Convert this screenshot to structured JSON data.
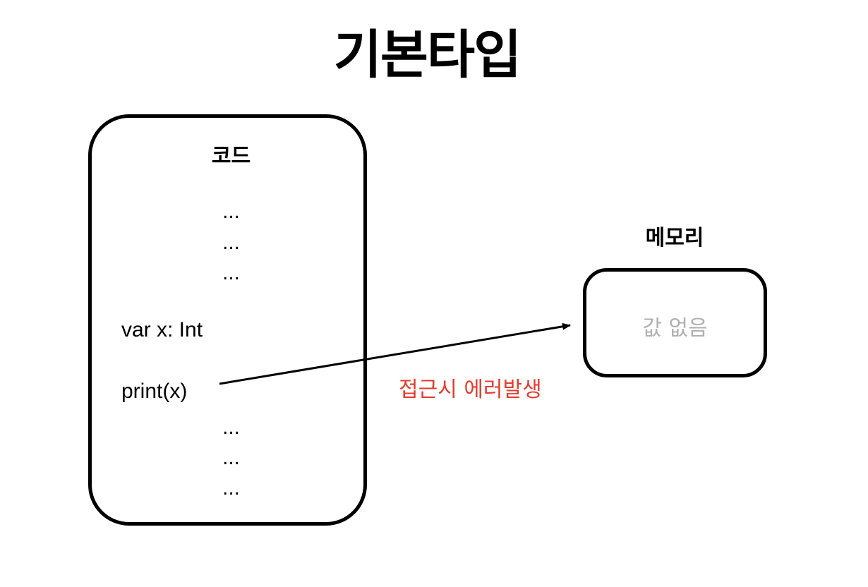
{
  "title": "기본타입",
  "code_block": {
    "label": "코드",
    "ellipsis_top": [
      "...",
      "...",
      "..."
    ],
    "declaration": "var x: Int",
    "print_call": "print(x)",
    "ellipsis_bottom": [
      "...",
      "...",
      "..."
    ]
  },
  "memory_block": {
    "label": "메모리",
    "value": "값 없음"
  },
  "arrow": {
    "label": "접근시 에러발생"
  },
  "colors": {
    "error": "#e53b2f",
    "empty_value": "#b0b0b0",
    "stroke": "#000000"
  }
}
